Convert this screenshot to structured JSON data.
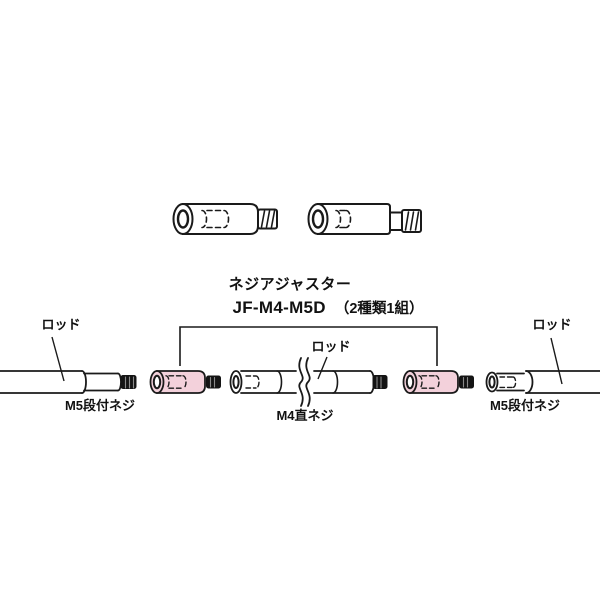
{
  "diagram": {
    "title": "ネジアジャスター",
    "model": "JF-M4-M5D",
    "note": "（2種類1組）",
    "labels": {
      "rod_left": "ロッド",
      "screw_left": "M5段付ネジ",
      "rod_middle": "ロッド",
      "screw_middle": "M4直ネジ",
      "rod_right": "ロッド",
      "screw_right": "M5段付ネジ"
    },
    "parts": {
      "top_left_part": "screw-adjuster-straight",
      "top_right_part": "screw-adjuster-stepped",
      "kit_contents": "2種類1組"
    },
    "colors": {
      "outline": "#1a1a1a",
      "adapter_fill": "#f3d1db",
      "background": "#ffffff",
      "thread_dark": "#141414"
    }
  }
}
